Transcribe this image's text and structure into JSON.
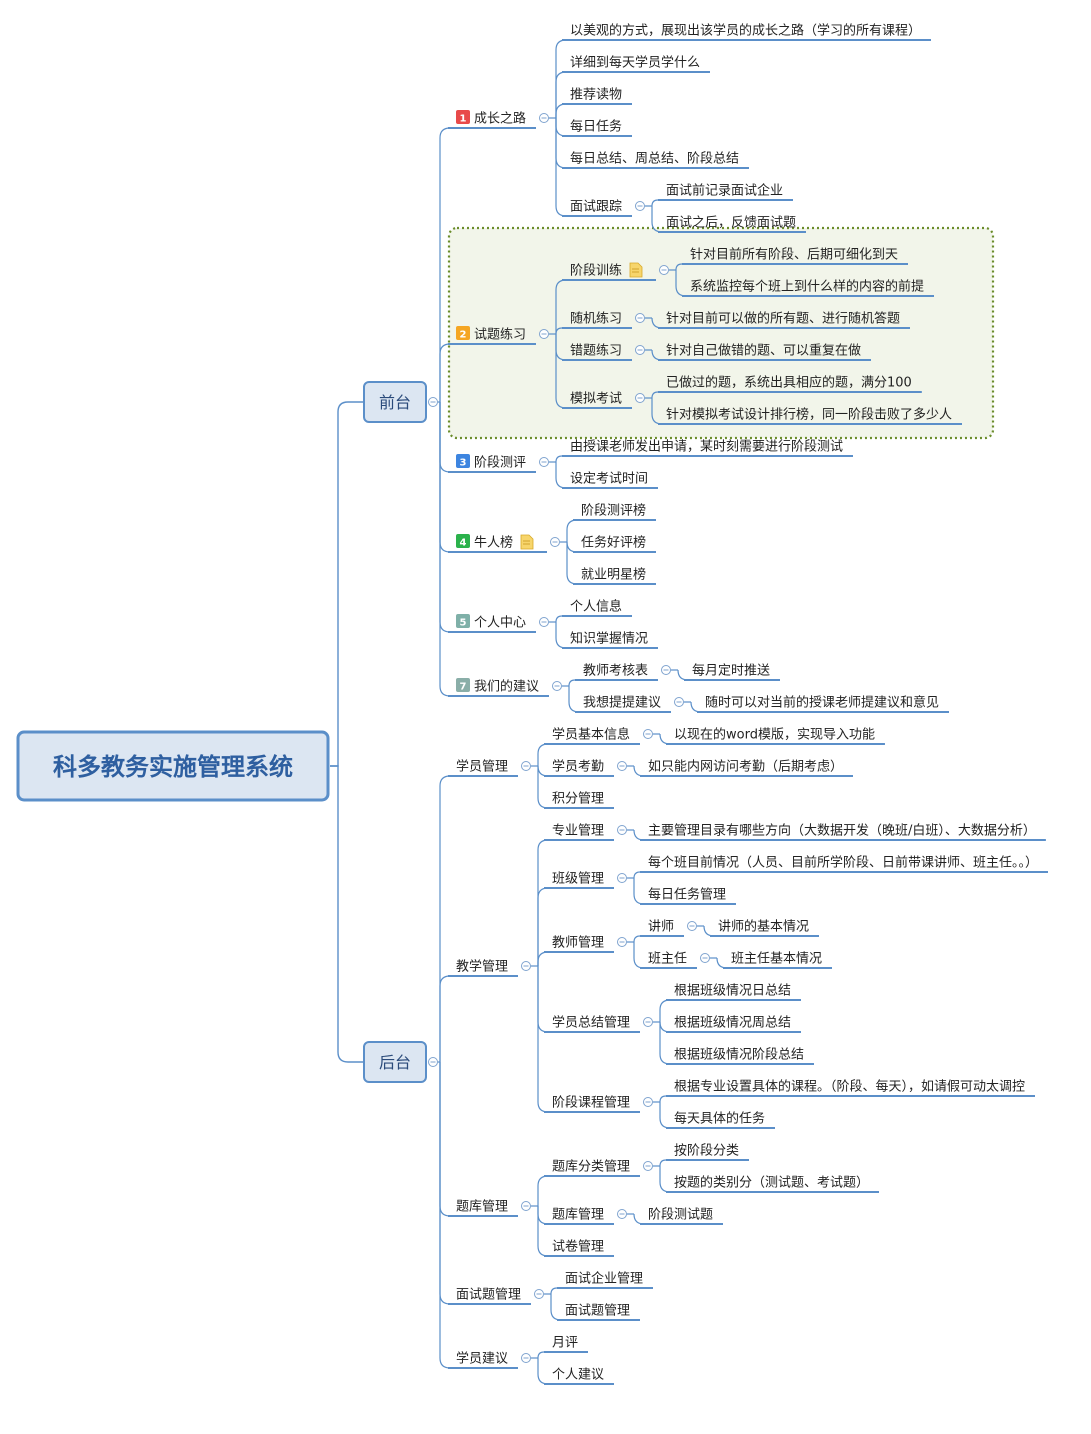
{
  "colors": {
    "line": "#5b8fc9",
    "root_fill": "#dce6f2",
    "root_border": "#5b8fc9",
    "boundary_fill": "#f2f5ea",
    "boundary_border": "#6a8c2a"
  },
  "root": "科多教务实施管理系统",
  "branches": [
    {
      "label": "前台",
      "children": [
        {
          "label": "成长之路",
          "badge": "1",
          "badge_color": "#e84a4a",
          "children": [
            {
              "label": "以美观的方式，展现出该学员的成长之路（学习的所有课程）"
            },
            {
              "label": "详细到每天学员学什么"
            },
            {
              "label": "推荐读物"
            },
            {
              "label": "每日任务"
            },
            {
              "label": "每日总结、周总结、阶段总结"
            },
            {
              "label": "面试跟踪",
              "children": [
                {
                  "label": "面试前记录面试企业"
                },
                {
                  "label": "面试之后，反馈面试题"
                }
              ]
            }
          ]
        },
        {
          "label": "试题练习",
          "badge": "2",
          "badge_color": "#f5a623",
          "boundary": true,
          "children": [
            {
              "label": "阶段训练",
              "note": true,
              "children": [
                {
                  "label": "针对目前所有阶段、后期可细化到天"
                },
                {
                  "label": "系统监控每个班上到什么样的内容的前提"
                }
              ]
            },
            {
              "label": "随机练习",
              "children": [
                {
                  "label": "针对目前可以做的所有题、进行随机答题"
                }
              ]
            },
            {
              "label": "错题练习",
              "children": [
                {
                  "label": "针对自己做错的题、可以重复在做"
                }
              ]
            },
            {
              "label": "模拟考试",
              "children": [
                {
                  "label": "已做过的题，系统出具相应的题，满分100"
                },
                {
                  "label": "针对模拟考试设计排行榜，同一阶段击败了多少人"
                }
              ]
            }
          ]
        },
        {
          "label": "阶段测评",
          "badge": "3",
          "badge_color": "#3d85e0",
          "children": [
            {
              "label": "由授课老师发出申请，某时刻需要进行阶段测试"
            },
            {
              "label": "设定考试时间"
            }
          ]
        },
        {
          "label": "牛人榜",
          "badge": "4",
          "badge_color": "#2bb24c",
          "note": true,
          "children": [
            {
              "label": "阶段测评榜"
            },
            {
              "label": "任务好评榜"
            },
            {
              "label": "就业明星榜"
            }
          ]
        },
        {
          "label": "个人中心",
          "badge": "5",
          "badge_color": "#7fb0a8",
          "children": [
            {
              "label": "个人信息"
            },
            {
              "label": "知识掌握情况"
            }
          ]
        },
        {
          "label": "我们的建议",
          "badge": "7",
          "badge_color": "#8aaea8",
          "children": [
            {
              "label": "教师考核表",
              "children": [
                {
                  "label": "每月定时推送"
                }
              ]
            },
            {
              "label": "我想提提建议",
              "children": [
                {
                  "label": "随时可以对当前的授课老师提建议和意见"
                }
              ]
            }
          ]
        }
      ]
    },
    {
      "label": "后台",
      "children": [
        {
          "label": "学员管理",
          "children": [
            {
              "label": "学员基本信息",
              "children": [
                {
                  "label": "以现在的word模版，实现导入功能"
                }
              ]
            },
            {
              "label": "学员考勤",
              "children": [
                {
                  "label": "如只能内网访问考勤（后期考虑）"
                }
              ]
            },
            {
              "label": "积分管理"
            }
          ]
        },
        {
          "label": "教学管理",
          "children": [
            {
              "label": "专业管理",
              "children": [
                {
                  "label": "主要管理目录有哪些方向（大数据开发（晚班/白班）、大数据分析）"
                }
              ]
            },
            {
              "label": "班级管理",
              "children": [
                {
                  "label": "每个班目前情况（人员、目前所学阶段、日前带课讲师、班主任。。）"
                },
                {
                  "label": "每日任务管理"
                }
              ]
            },
            {
              "label": "教师管理",
              "children": [
                {
                  "label": "讲师",
                  "children": [
                    {
                      "label": "讲师的基本情况"
                    }
                  ]
                },
                {
                  "label": "班主任",
                  "children": [
                    {
                      "label": "班主任基本情况"
                    }
                  ]
                }
              ]
            },
            {
              "label": "学员总结管理",
              "children": [
                {
                  "label": "根据班级情况日总结"
                },
                {
                  "label": "根据班级情况周总结"
                },
                {
                  "label": "根据班级情况阶段总结"
                }
              ]
            },
            {
              "label": "阶段课程管理",
              "children": [
                {
                  "label": "根据专业设置具体的课程。（阶段、每天），如请假可动太调控"
                },
                {
                  "label": "每天具体的任务"
                }
              ]
            }
          ]
        },
        {
          "label": "题库管理",
          "children": [
            {
              "label": "题库分类管理",
              "children": [
                {
                  "label": "按阶段分类"
                },
                {
                  "label": "按题的类别分（测试题、考试题）"
                }
              ]
            },
            {
              "label": "题库管理",
              "children": [
                {
                  "label": "阶段测试题"
                }
              ]
            },
            {
              "label": "试卷管理"
            }
          ]
        },
        {
          "label": "面试题管理",
          "children": [
            {
              "label": "面试企业管理"
            },
            {
              "label": "面试题管理"
            }
          ]
        },
        {
          "label": "学员建议",
          "children": [
            {
              "label": "月评"
            },
            {
              "label": "个人建议"
            }
          ]
        }
      ]
    }
  ]
}
